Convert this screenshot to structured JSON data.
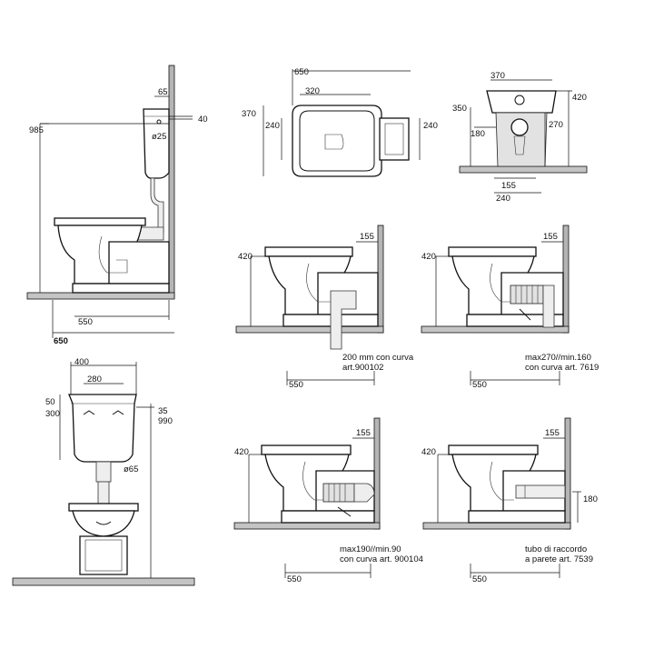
{
  "side_view": {
    "d65": "65",
    "d40": "40",
    "d985": "985",
    "dia25": "ø25",
    "d550": "550",
    "d650": "650"
  },
  "top_view": {
    "d650": "650",
    "d320": "320",
    "d370": "370",
    "d240a": "240",
    "d240b": "240"
  },
  "front_view": {
    "d370": "370",
    "d420": "420",
    "d350": "350",
    "d270": "270",
    "d180": "180",
    "d155": "155",
    "d240": "240"
  },
  "cistern_front": {
    "d400": "400",
    "d280": "280",
    "d50": "50",
    "d300": "300",
    "d35": "35",
    "d990": "990",
    "dia65": "ø65"
  },
  "variant_a": {
    "d420": "420",
    "d155": "155",
    "d550": "550",
    "note1": "200 mm con curva",
    "note2": "art.900102"
  },
  "variant_b": {
    "d420": "420",
    "d155": "155",
    "d550": "550",
    "note1": "max270//min.160",
    "note2": "con curva art. 7619"
  },
  "variant_c": {
    "d420": "420",
    "d155": "155",
    "d550": "550",
    "note1": "max190//min.90",
    "note2": "con curva art. 900104"
  },
  "variant_d": {
    "d420": "420",
    "d155": "155",
    "d550": "550",
    "d180": "180",
    "note1": "tubo di raccordo",
    "note2": "a parete art. 7539"
  }
}
